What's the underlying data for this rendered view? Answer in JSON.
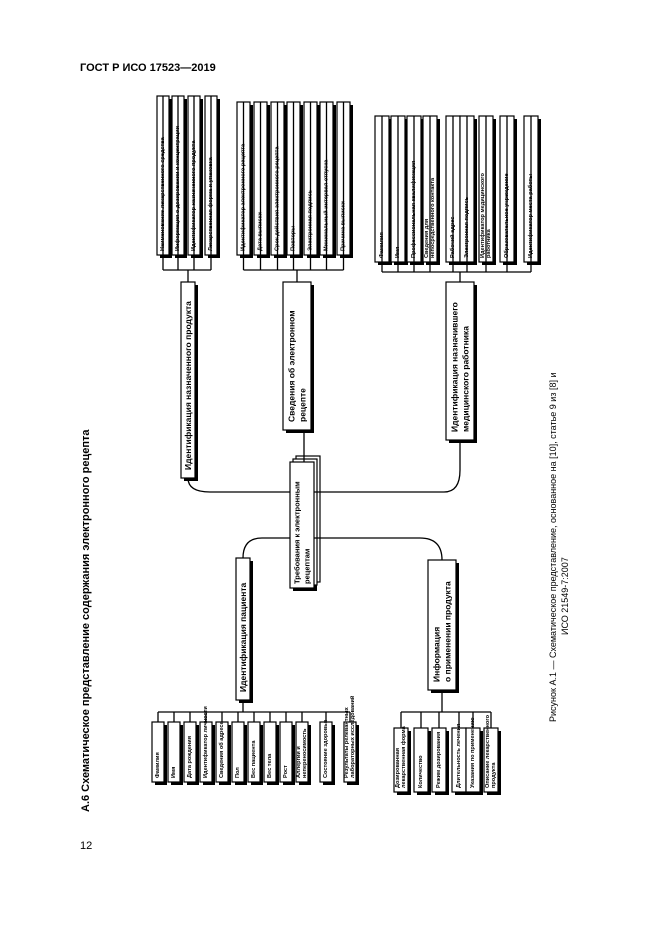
{
  "header": {
    "doc_code": "ГОСТ Р ИСО 17523—2019"
  },
  "page_number": "12",
  "section_title": "А.6 Схематическое представление содержания электронного рецепта",
  "caption": {
    "line1": "Рисунок А.1 — Схематическое представление, основанное на [10], статье 9 из [8] и",
    "line2": "ИСО 21549-7:2007"
  },
  "diagram": {
    "center": {
      "lines": [
        "Требования к электронным",
        "рецептам"
      ]
    },
    "categories": [
      {
        "id": "patient",
        "lines": [
          "Идентификация пациента"
        ],
        "items": [
          [
            "Фамилия"
          ],
          [
            "Имя"
          ],
          [
            "Дата рождения"
          ],
          [
            "Идентификатор личности"
          ],
          [
            "Сведения об адресе"
          ],
          [
            "Пол"
          ],
          [
            "Вес пациента"
          ],
          [
            "Вес тела"
          ],
          [
            "Рост"
          ],
          [
            "Аллергии и",
            "непереносимость"
          ],
          [
            "Состояние здоровья"
          ],
          [
            "Результаты релевантных",
            "лабораторных исследований"
          ]
        ]
      },
      {
        "id": "product-use",
        "lines": [
          "Информация",
          "о применении продукта"
        ],
        "items": [
          [
            "Дозированная",
            "лекарственная форма"
          ],
          [
            "Количество"
          ],
          [
            "Режим дозирования"
          ],
          [
            "Длительность лечения"
          ],
          [
            "Указания по применению"
          ],
          [
            "Описание лекарственного",
            "продукта"
          ]
        ]
      },
      {
        "id": "product-id",
        "lines": [
          "Идентификация назначенного продукта"
        ],
        "items": [
          [
            "Наименование лекарственного средства"
          ],
          [
            "Информация о дозировании и концентрации"
          ],
          [
            "Идентификатор назначенного продукта"
          ],
          [
            "Лекарственная форма и упаковка"
          ]
        ]
      },
      {
        "id": "prescription",
        "lines": [
          "Сведения об электронном",
          "рецепте"
        ],
        "items": [
          [
            "Идентификатор электронного рецепта"
          ],
          [
            "Дата выписки"
          ],
          [
            "Срок действия электронного рецепта"
          ],
          [
            "Повторы"
          ],
          [
            "Электронная подпись"
          ],
          [
            "Минимальный интервал отпуска"
          ],
          [
            "Причина выписки"
          ]
        ]
      },
      {
        "id": "prescriber",
        "lines": [
          "Идентификация назначившего",
          "медицинского работника"
        ],
        "items": [
          [
            "Фамилия"
          ],
          [
            "Имя"
          ],
          [
            "Профессиональная квалификация"
          ],
          [
            "Сведения для",
            "непосредственного контакта"
          ],
          [
            "Рабочий адрес"
          ],
          [
            "Электронная подпись"
          ],
          [
            "Идентификатор медицинского",
            "работника"
          ],
          [
            "Образовательное учреждение"
          ],
          [
            "Идентификатор места работы"
          ]
        ]
      }
    ]
  }
}
